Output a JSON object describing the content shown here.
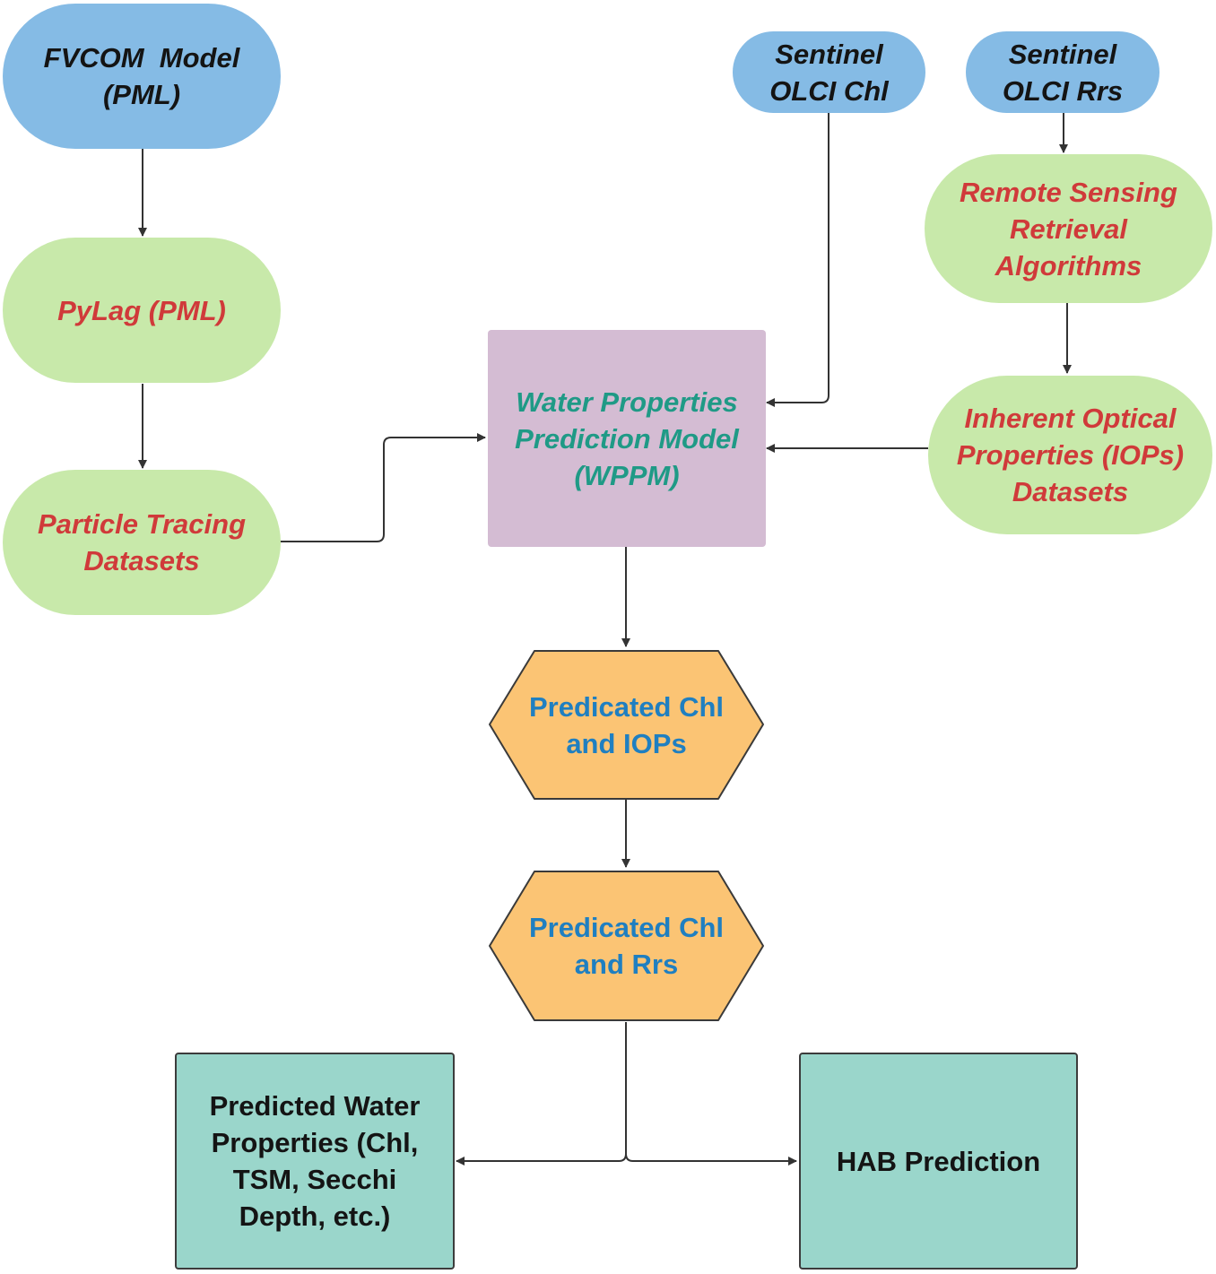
{
  "nodes": {
    "fvcom": {
      "lines": [
        "FVCOM  Model",
        "(PML)"
      ]
    },
    "sentinel_chl": {
      "lines": [
        "Sentinel",
        "OLCI Chl"
      ]
    },
    "sentinel_rrs": {
      "lines": [
        "Sentinel",
        "OLCI Rrs"
      ]
    },
    "pylag": {
      "lines": [
        "PyLag (PML)"
      ]
    },
    "remote_sensing": {
      "lines": [
        "Remote Sensing",
        "Retrieval",
        "Algorithms"
      ]
    },
    "particle_tracing": {
      "lines": [
        "Particle Tracing",
        "Datasets"
      ]
    },
    "wppm": {
      "lines": [
        "Water Properties",
        "Prediction Model",
        "(WPPM)"
      ]
    },
    "iops_datasets": {
      "lines": [
        "Inherent Optical",
        "Properties (IOPs)",
        "Datasets"
      ]
    },
    "pred_chl_iops": {
      "lines": [
        "Predicated Chl",
        "and IOPs"
      ]
    },
    "pred_chl_rrs": {
      "lines": [
        "Predicated Chl",
        "and Rrs"
      ]
    },
    "pred_water": {
      "lines": [
        "Predicted Water",
        "Properties (Chl,",
        "TSM, Secchi",
        "Depth, etc.)"
      ]
    },
    "hab": {
      "lines": [
        "HAB Prediction"
      ]
    }
  },
  "colors": {
    "input_blue": "#85bbe5",
    "process_green": "#c8e9aa",
    "model_purple": "#d4bcd3",
    "output_orange": "#fbc474",
    "result_teal": "#9ad6cb",
    "text_red": "#d03a3a",
    "text_teal": "#1f9a86",
    "text_blue": "#1f7fc1"
  }
}
